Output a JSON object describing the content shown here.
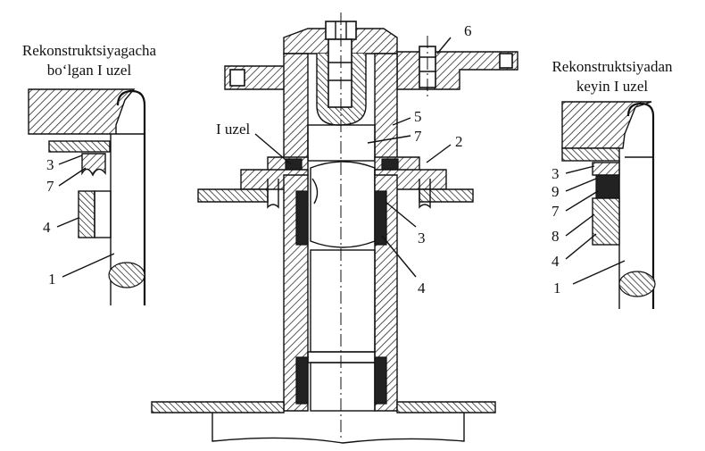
{
  "captions": {
    "before_line1": "Rekonstruktsiyagacha",
    "before_line2": "bo‘lgan I uzel",
    "after_line1": "Rekonstruktsiyadan",
    "after_line2": "keyin I uzel",
    "node": "I uzel"
  },
  "left_detail_labels": [
    "3",
    "7",
    "4",
    "1"
  ],
  "main_labels": {
    "l6": "6",
    "l5": "5",
    "l7": "7",
    "l2": "2",
    "l3": "3",
    "l4": "4"
  },
  "right_detail_labels": [
    "3",
    "9",
    "7",
    "8",
    "4",
    "1"
  ]
}
